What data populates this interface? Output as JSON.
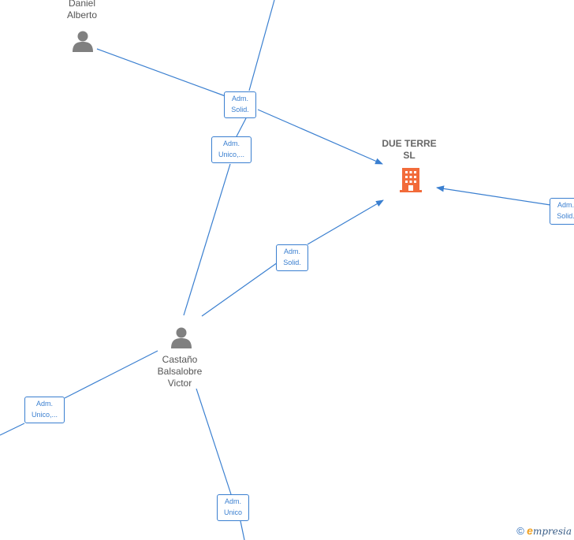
{
  "nodes": {
    "daniel": {
      "line1": "Daniel",
      "line2": "Alberto"
    },
    "castano": {
      "line1": "Castaño",
      "line2": "Balsalobre",
      "line3": "Victor"
    },
    "company": {
      "line1": "DUE TERRE",
      "line2": "SL"
    }
  },
  "relations": [
    {
      "line1": "Adm.",
      "line2": "Solid."
    },
    {
      "line1": "Adm.",
      "line2": "Unico,..."
    },
    {
      "line1": "Adm.",
      "line2": "Solid."
    },
    {
      "line1": "Adm.",
      "line2": "Solid."
    },
    {
      "line1": "Adm.",
      "line2": "Unico,..."
    },
    {
      "line1": "Adm.",
      "line2": "Unico"
    }
  ],
  "colors": {
    "edge": "#3a7fd0",
    "person": "#808080",
    "company": "#f26b3a"
  },
  "footer": {
    "copyright": "©",
    "brand_initial": "e",
    "brand_rest": "mpresia"
  }
}
